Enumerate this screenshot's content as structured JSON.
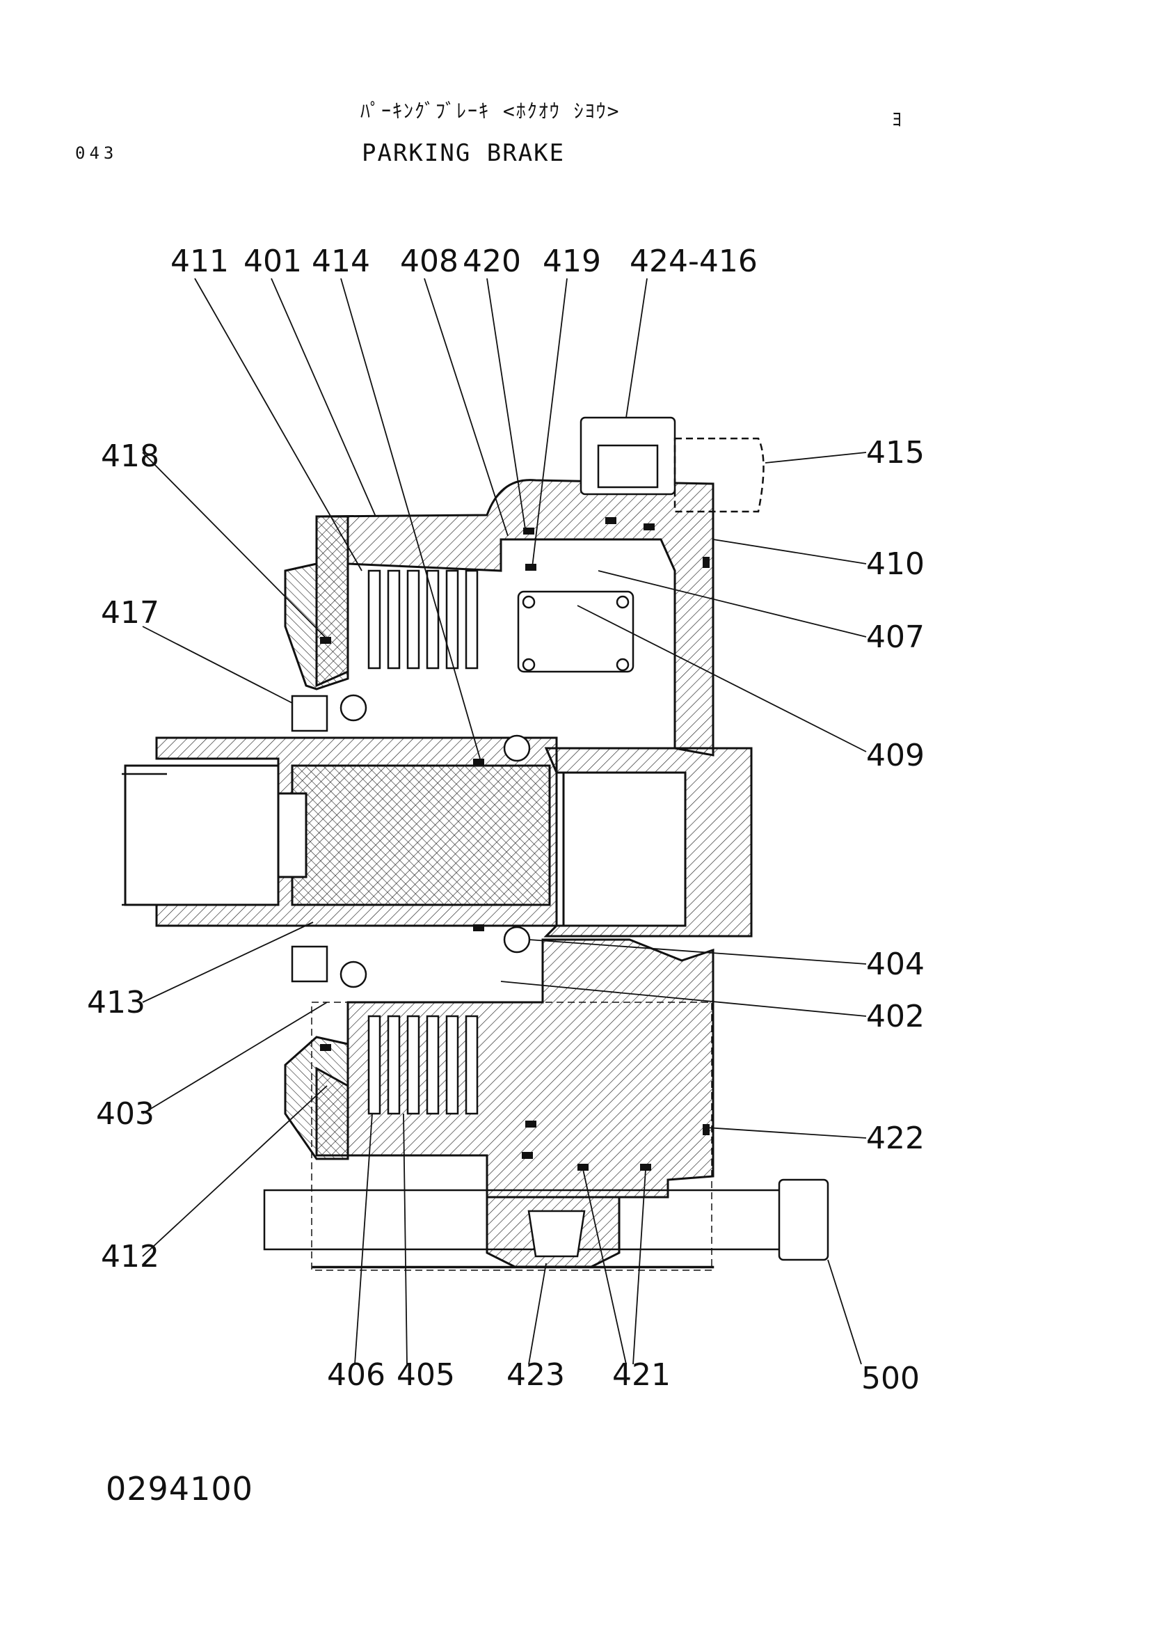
{
  "header": {
    "page_number": "043",
    "title_jp": "ﾊﾟｰｷﾝｸﾞﾌﾞﾚｰｷ <ﾎｸｵｳ ｼﾖｳ>",
    "title_en": "PARKING BRAKE",
    "corner_mark": "ﾖ"
  },
  "diagram": {
    "callouts": {
      "c411": "411",
      "c401": "401",
      "c414": "414",
      "c408": "408",
      "c420": "420",
      "c419": "419",
      "c424_416": "424-416",
      "c415": "415",
      "c418": "418",
      "c410": "410",
      "c407": "407",
      "c417": "417",
      "c409": "409",
      "c404": "404",
      "c413": "413",
      "c402": "402",
      "c403": "403",
      "c422": "422",
      "c412": "412",
      "c406": "406",
      "c405": "405",
      "c423": "423",
      "c421": "421",
      "c500": "500"
    }
  },
  "footer": {
    "document_number": "0294100"
  }
}
